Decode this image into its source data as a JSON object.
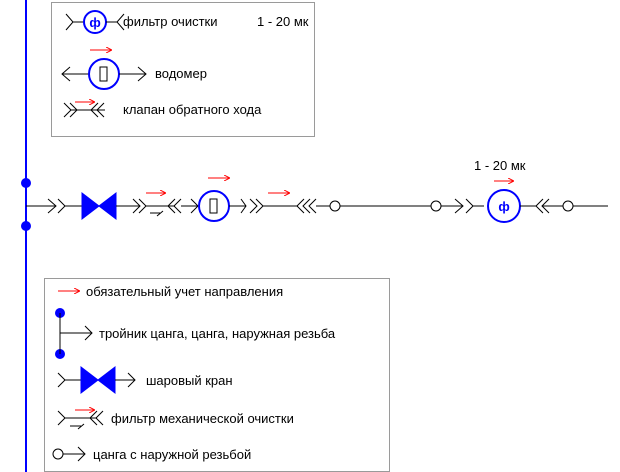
{
  "legend_top": {
    "filter_fine": "фильтр очистки",
    "filter_fine_range": "1 - 20 мк",
    "water_meter": "водомер",
    "check_valve": "клапан обратного хода"
  },
  "main_line": {
    "filter_range": "1 - 20 мк",
    "filter_glyph": "ф"
  },
  "legend_bottom": {
    "direction": "обязательный учет направления",
    "tee": "тройник цанга, цанга, наружная резьба",
    "ball_valve": "шаровый кран",
    "mech_filter": "фильтр механической очистки",
    "collet": "цанга с наружной резьбой"
  },
  "colors": {
    "element_blue": "#0000ff",
    "direction_red": "#ff0000",
    "line": "#000000"
  }
}
